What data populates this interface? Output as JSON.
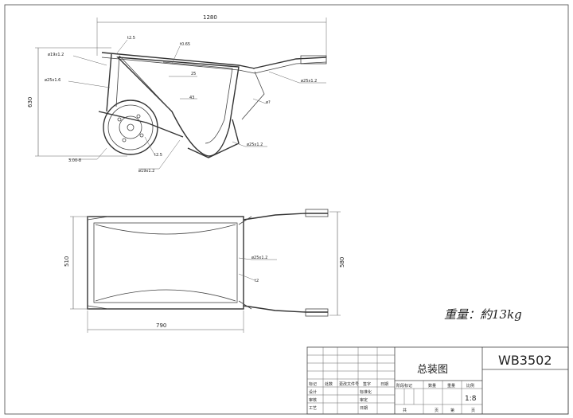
{
  "drawing": {
    "side_view": {
      "overall_length": "1280",
      "height": "630",
      "labels": {
        "wall_thickness": "t2.5",
        "frame_tube_upper": "ø19x1.2",
        "handle_tube": "ø25x1.6",
        "tray_depth": "t0.65",
        "angle_a": "25",
        "angle_b": "43",
        "grip_tube": "ø25x1.2",
        "leg": "ø?",
        "stay_tube": "ø25x1.2",
        "axle_plate": "t2.5",
        "lower_tube": "ø19x1.2",
        "tyre": "3.00-8"
      }
    },
    "top_view": {
      "width": "510",
      "length": "790",
      "overall_width": "580",
      "labels": {
        "frame_tube": "ø25x1.2",
        "plate": "t2"
      }
    },
    "weight_note": "重量：約13kg"
  },
  "title_block": {
    "drawing_title": "总装图",
    "drawing_number": "WB3502",
    "scale": "1:8",
    "header_cells": [
      "标记",
      "处数",
      "更改文件号",
      "签字",
      "日期"
    ],
    "role_cells": [
      "设计",
      "审核",
      "工艺"
    ],
    "mid_cells": [
      "标准化",
      "审定",
      "日期"
    ],
    "stage_cells": [
      "阶段标记",
      "数量",
      "重量",
      "比例"
    ],
    "sheet_cells": [
      "共",
      "页",
      "第",
      "页"
    ]
  }
}
